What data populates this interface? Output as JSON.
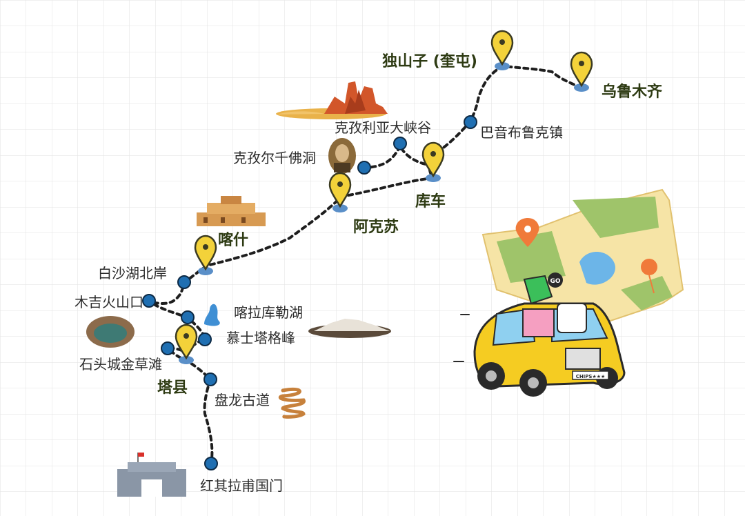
{
  "colors": {
    "route": "#1e1e1e",
    "pin_fill": "#f3d23a",
    "pin_stroke": "#3b3b22",
    "dot_fill": "#1f6fb2",
    "major_label": "#2d3a12",
    "minor_label": "#2b2b2b",
    "grid": "#e2e2e2"
  },
  "major_stops": [
    {
      "id": "dushanzi",
      "name": "独山子 (奎屯)",
      "icon": "map-pin-icon"
    },
    {
      "id": "urumqi",
      "name": "乌鲁木齐",
      "icon": "map-pin-icon"
    },
    {
      "id": "kuqa",
      "name": "库车",
      "icon": "map-pin-icon"
    },
    {
      "id": "aksu",
      "name": "阿克苏",
      "icon": "map-pin-icon"
    },
    {
      "id": "kashgar",
      "name": "喀什",
      "icon": "map-pin-icon"
    },
    {
      "id": "taxian",
      "name": "塔县",
      "icon": "map-pin-icon"
    }
  ],
  "minor_stops": [
    {
      "id": "bayinbuluke",
      "name": "巴音布鲁克镇"
    },
    {
      "id": "kezilya",
      "name": "克孜利亚大峡谷"
    },
    {
      "id": "kizil",
      "name": "克孜尔千佛洞"
    },
    {
      "id": "baisha",
      "name": "白沙湖北岸"
    },
    {
      "id": "mujihuoshankou",
      "name": "木吉火山口"
    },
    {
      "id": "karakul",
      "name": "喀拉库勒湖"
    },
    {
      "id": "muztagata",
      "name": "慕士塔格峰"
    },
    {
      "id": "shitoucheng",
      "name": "石头城金草滩"
    },
    {
      "id": "panlong",
      "name": "盘龙古道"
    },
    {
      "id": "khunjerab",
      "name": "红其拉甫国门"
    }
  ],
  "illustrations": {
    "car_plate": "CHIPS★★★",
    "car_badge": "GO"
  }
}
